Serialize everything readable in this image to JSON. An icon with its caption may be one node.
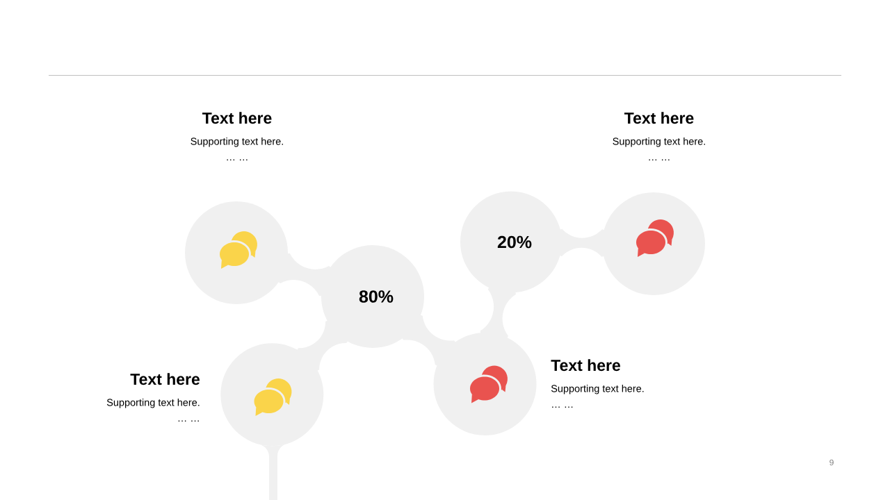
{
  "diagram": {
    "nodes": [
      {
        "text": [],
        "shape": "circle",
        "beside": [
          "Text here",
          "Supporting text here.",
          "… …"
        ]
      },
      {
        "text": [
          "80%"
        ]
      },
      {
        "text": [],
        "shape": "circle",
        "beside": [
          "Text here",
          "Supporting text here.",
          "… …"
        ]
      },
      {
        "text": [],
        "shape": "circle",
        "beside": [
          "Text here",
          "Supporting text here.",
          "… …"
        ]
      },
      {
        "text": [
          "20%"
        ]
      },
      {
        "text": [],
        "shape": "circle",
        "beside": [
          "Text here",
          "Supporting text here.",
          "… …"
        ]
      }
    ],
    "edges": [
      {
        "from": 0,
        "to": 1,
        "arrow": "none"
      },
      {
        "from": 1,
        "to": 2,
        "arrow": "none"
      },
      {
        "from": 1,
        "to": 3,
        "arrow": "none"
      },
      {
        "from": 3,
        "to": 4,
        "arrow": "none"
      },
      {
        "from": 4,
        "to": 5,
        "arrow": "none"
      },
      {
        "from": 2,
        "to": null,
        "arrow": "none"
      }
    ],
    "labels": [
      "9"
    ]
  }
}
